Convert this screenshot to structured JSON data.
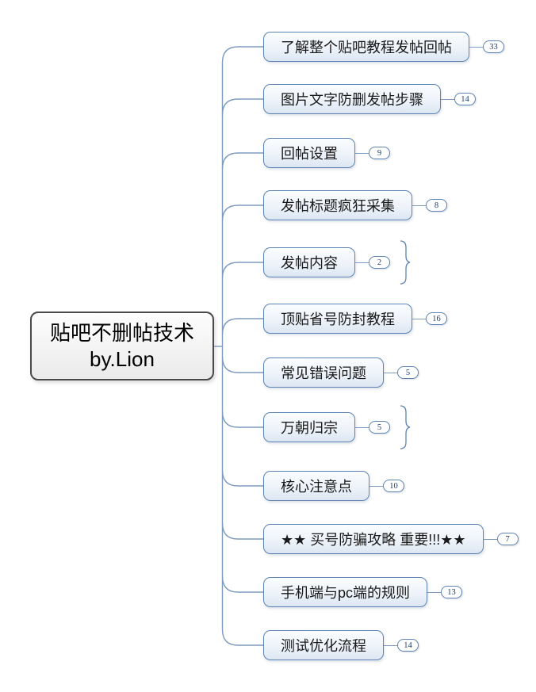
{
  "app": "mind-map",
  "central_topic": {
    "line1": "贴吧不删帖技术",
    "line2": "by.Lion"
  },
  "branches": [
    {
      "label": "了解整个贴吧教程发帖回帖",
      "count": "33",
      "brace": false
    },
    {
      "label": "图片文字防删发帖步骤",
      "count": "14",
      "brace": false
    },
    {
      "label": "回帖设置",
      "count": "9",
      "brace": false
    },
    {
      "label": "发帖标题疯狂采集",
      "count": "8",
      "brace": false
    },
    {
      "label": "发帖内容",
      "count": "2",
      "brace": true
    },
    {
      "label": "顶贴省号防封教程",
      "count": "16",
      "brace": false
    },
    {
      "label": "常见错误问题",
      "count": "5",
      "brace": false
    },
    {
      "label": "万朝归宗",
      "count": "5",
      "brace": true
    },
    {
      "label": "核心注意点",
      "count": "10",
      "brace": false
    },
    {
      "label": "★★ 买号防骗攻略 重要!!!★★",
      "count": "7",
      "brace": false
    },
    {
      "label": "手机端与pc端的规则",
      "count": "13",
      "brace": false
    },
    {
      "label": "测试优化流程",
      "count": "14",
      "brace": false
    }
  ],
  "colors": {
    "background": "#ffffff",
    "branch_border": "#5d84b4",
    "branch_fill_top": "#fbfdfe",
    "branch_fill_bottom": "#dce6f2",
    "connector": "#7d9abf",
    "badge_text": "#17375e",
    "center_border": "#4a4a4a",
    "center_fill": "#ececec",
    "text": "#1a1a1a"
  }
}
